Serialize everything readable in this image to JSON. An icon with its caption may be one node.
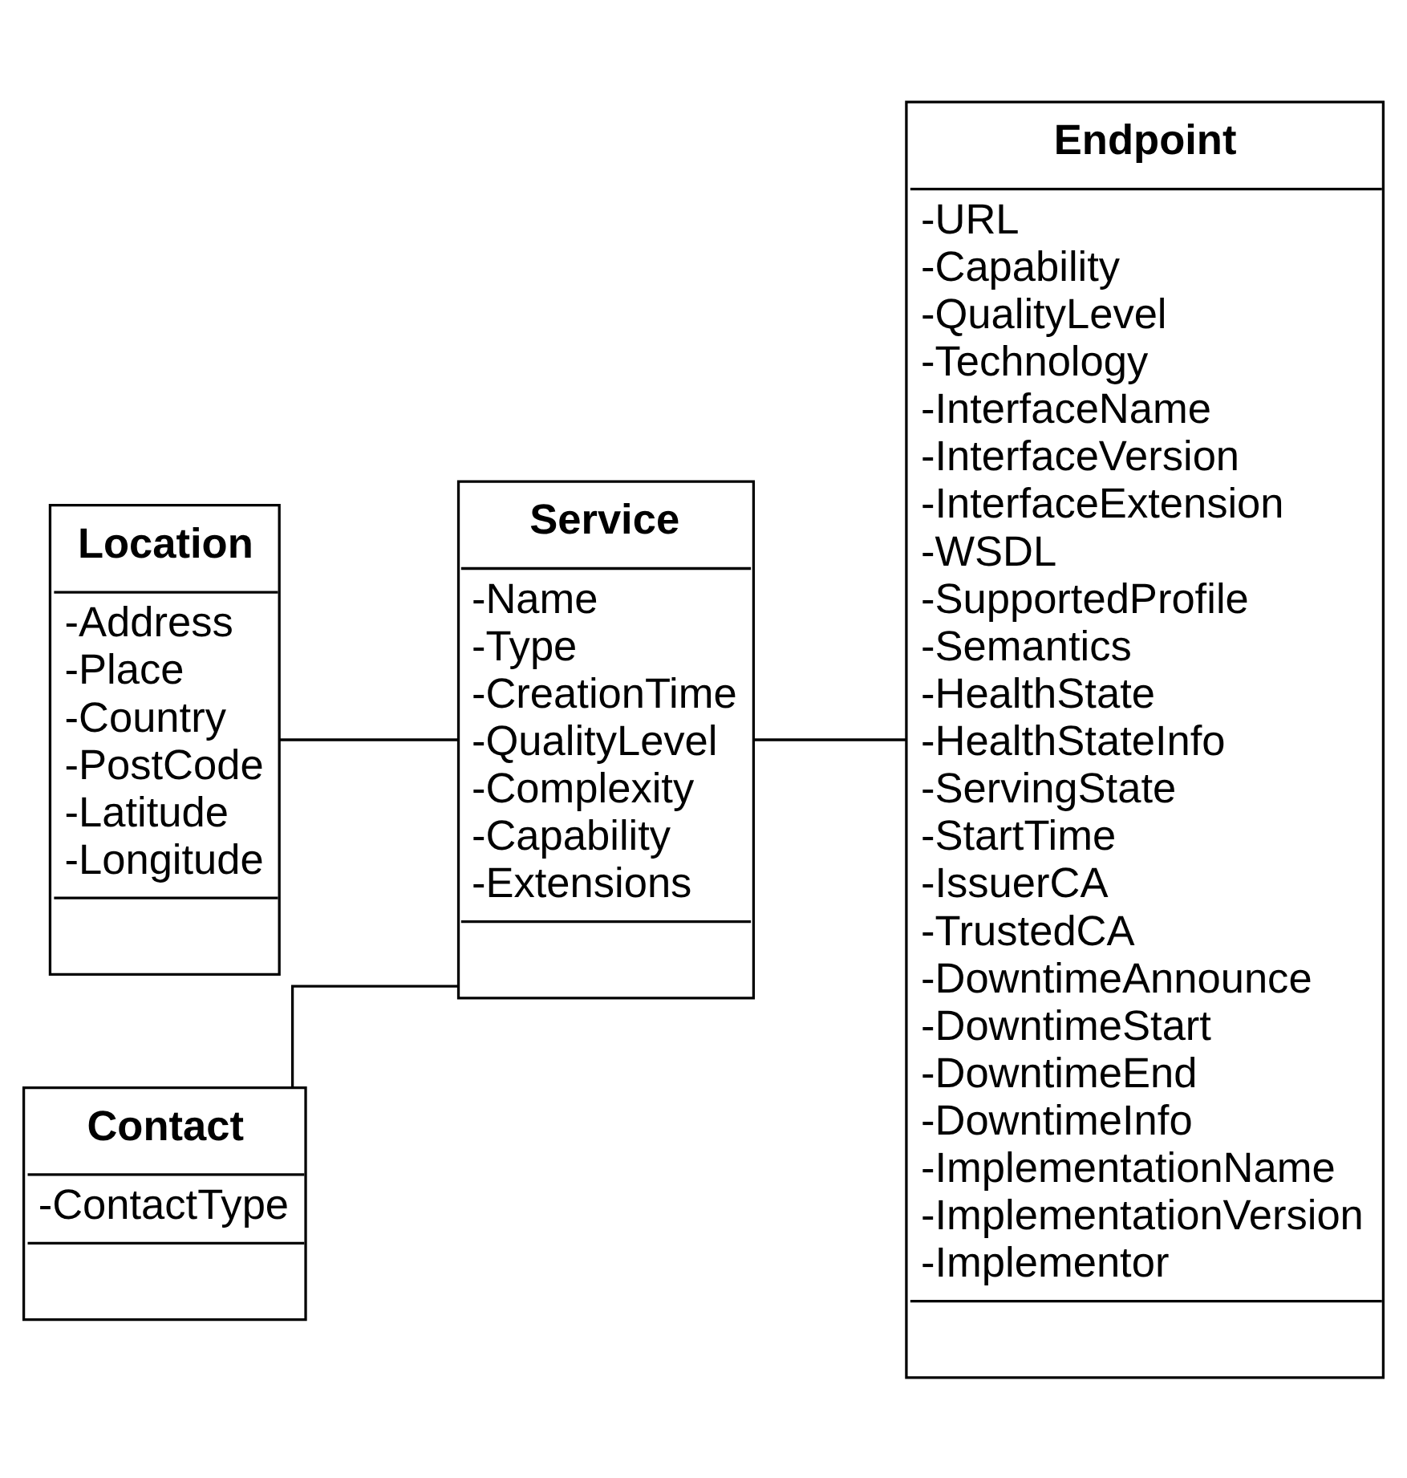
{
  "diagram": {
    "nodes": [
      {
        "text": [
          "Location",
          "-Address",
          "-Place",
          "-Country",
          "-PostCode",
          "-Latitude",
          "-Longitude"
        ]
      },
      {
        "text": [
          "Service",
          "-Name",
          "-Type",
          "-CreationTime",
          "-QualityLevel",
          "-Complexity",
          "-Capability",
          "-Extensions"
        ]
      },
      {
        "text": [
          "Endpoint",
          "-URL",
          "-Capability",
          "-QualityLevel",
          "-Technology",
          "-InterfaceName",
          "-InterfaceVersion",
          "-InterfaceExtension",
          "-WSDL",
          "-SupportedProfile",
          "-Semantics",
          "-HealthState",
          "-HealthStateInfo",
          "-ServingState",
          "-StartTime",
          "-IssuerCA",
          "-TrustedCA",
          "-DowntimeAnnounce",
          "-DowntimeStart",
          "-DowntimeEnd",
          "-DowntimeInfo",
          "-ImplementationName",
          "-ImplementationVersion",
          "-Implementor"
        ]
      },
      {
        "text": [
          "Contact",
          "-ContactType"
        ]
      }
    ],
    "edges": [
      {
        "from": 0,
        "to": 1,
        "arrow": "none"
      },
      {
        "from": 1,
        "to": 2,
        "arrow": "none"
      },
      {
        "from": 1,
        "to": 3,
        "arrow": "none"
      }
    ]
  }
}
